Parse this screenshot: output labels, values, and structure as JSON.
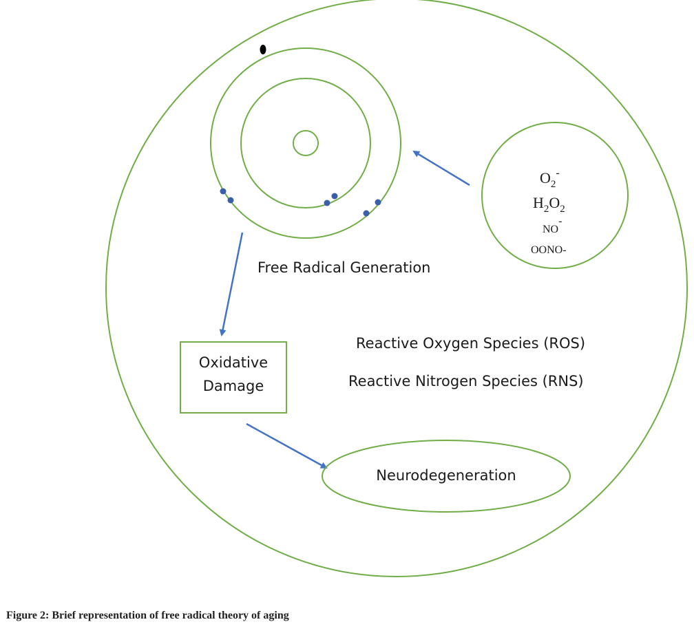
{
  "diagram": {
    "labels": {
      "free_radical_generation": "Free Radical Generation",
      "ros": "Reactive Oxygen Species (ROS)",
      "rns": "Reactive Nitrogen Species (RNS)",
      "oxidative_line1": "Oxidative",
      "oxidative_line2": "Damage",
      "neurodegeneration": "Neurodegeneration"
    },
    "species": {
      "superoxide_base": "O",
      "superoxide_sub": "2",
      "superoxide_sup": "-",
      "peroxide_h": "H",
      "peroxide_sub1": "2",
      "peroxide_o": "O",
      "peroxide_sub2": "2",
      "nitric_oxide": "NO",
      "nitric_oxide_sup": "-",
      "peroxynitrite": "OONO-"
    },
    "colors": {
      "outline": "#70ad47",
      "arrow": "#4472c4",
      "electron": "#3a5ea8",
      "unpaired_electron": "#000000"
    }
  },
  "caption": "Figure 2: Brief representation of free radical theory of aging"
}
